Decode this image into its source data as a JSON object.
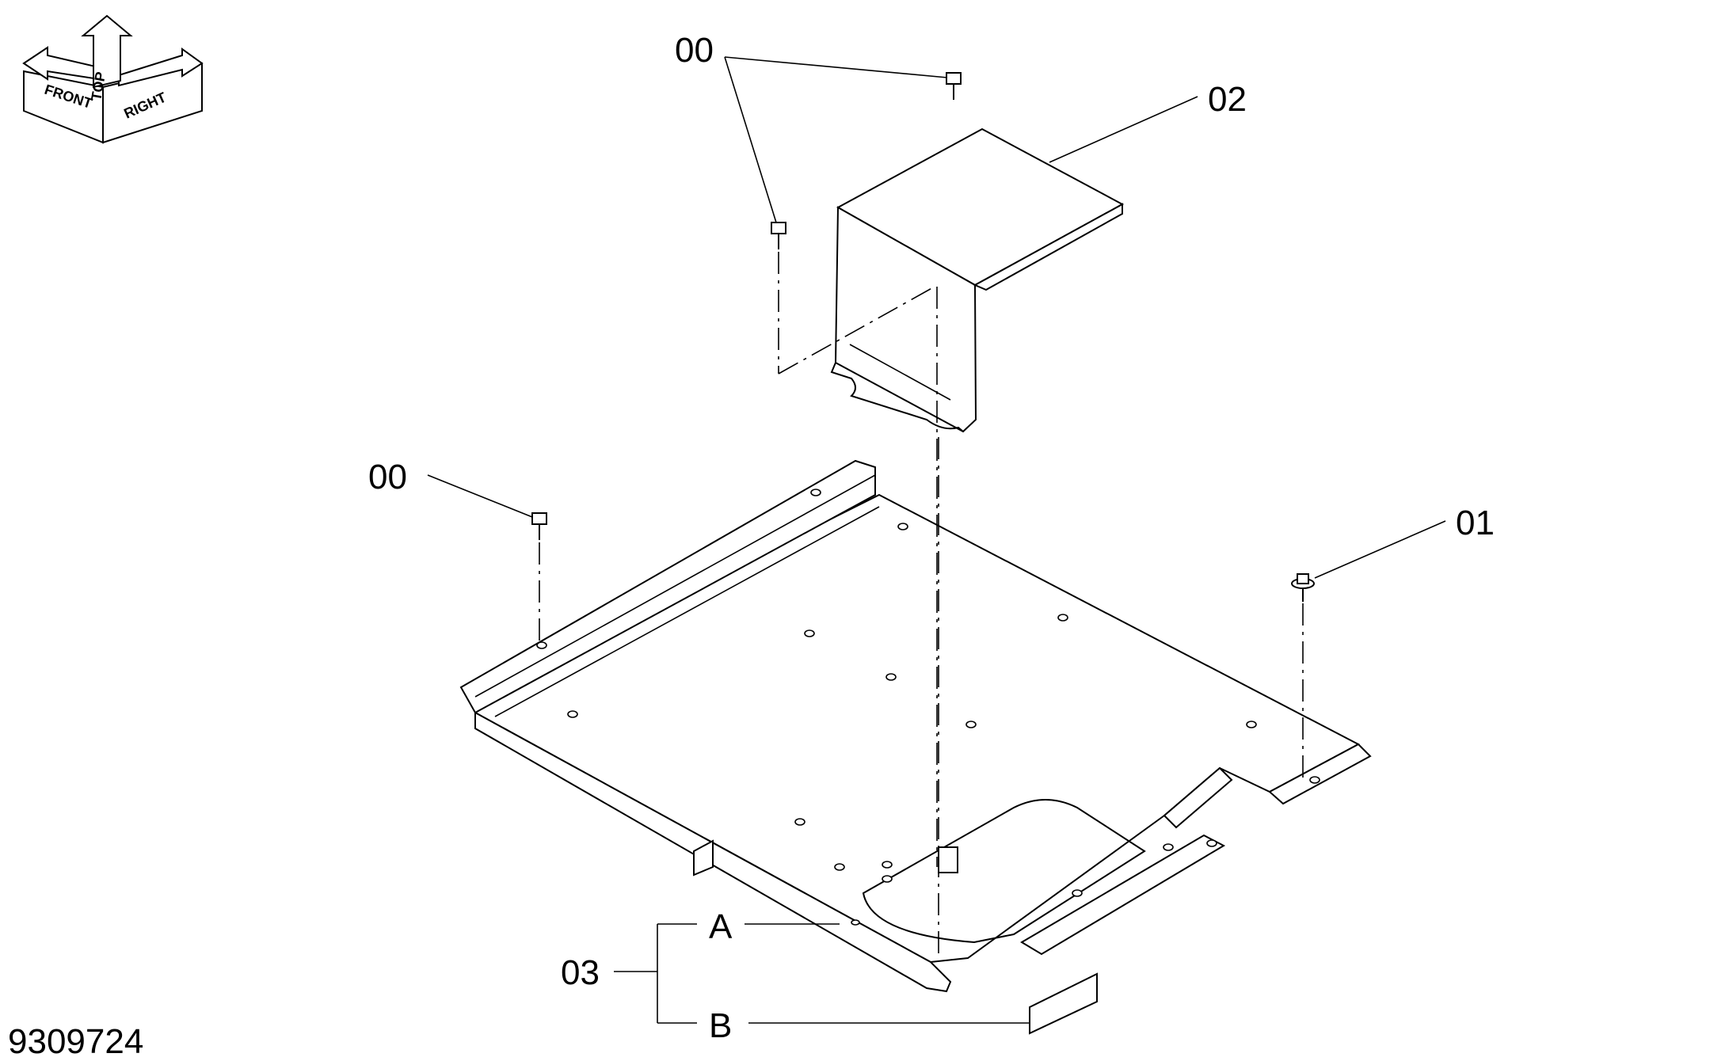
{
  "diagram": {
    "drawing_number": "9309724",
    "orientation": {
      "top": "TOP",
      "front": "FRONT",
      "right": "RIGHT"
    },
    "callouts": {
      "bolt_group_top": "00",
      "cover": "02",
      "bolt_left": "00",
      "bolt_right": "01",
      "assembly": "03",
      "sub_a": "A",
      "sub_b": "B"
    }
  }
}
